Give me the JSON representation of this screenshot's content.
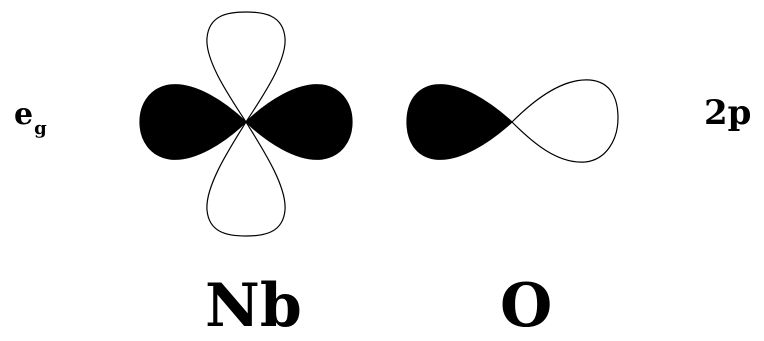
{
  "labels": {
    "left_main": "e",
    "left_subscript": "g",
    "right": "2p",
    "atom_left": "Nb",
    "atom_right": "O"
  },
  "colors": {
    "filled_lobe": "#000000",
    "outline": "#000000",
    "background": "#ffffff"
  }
}
